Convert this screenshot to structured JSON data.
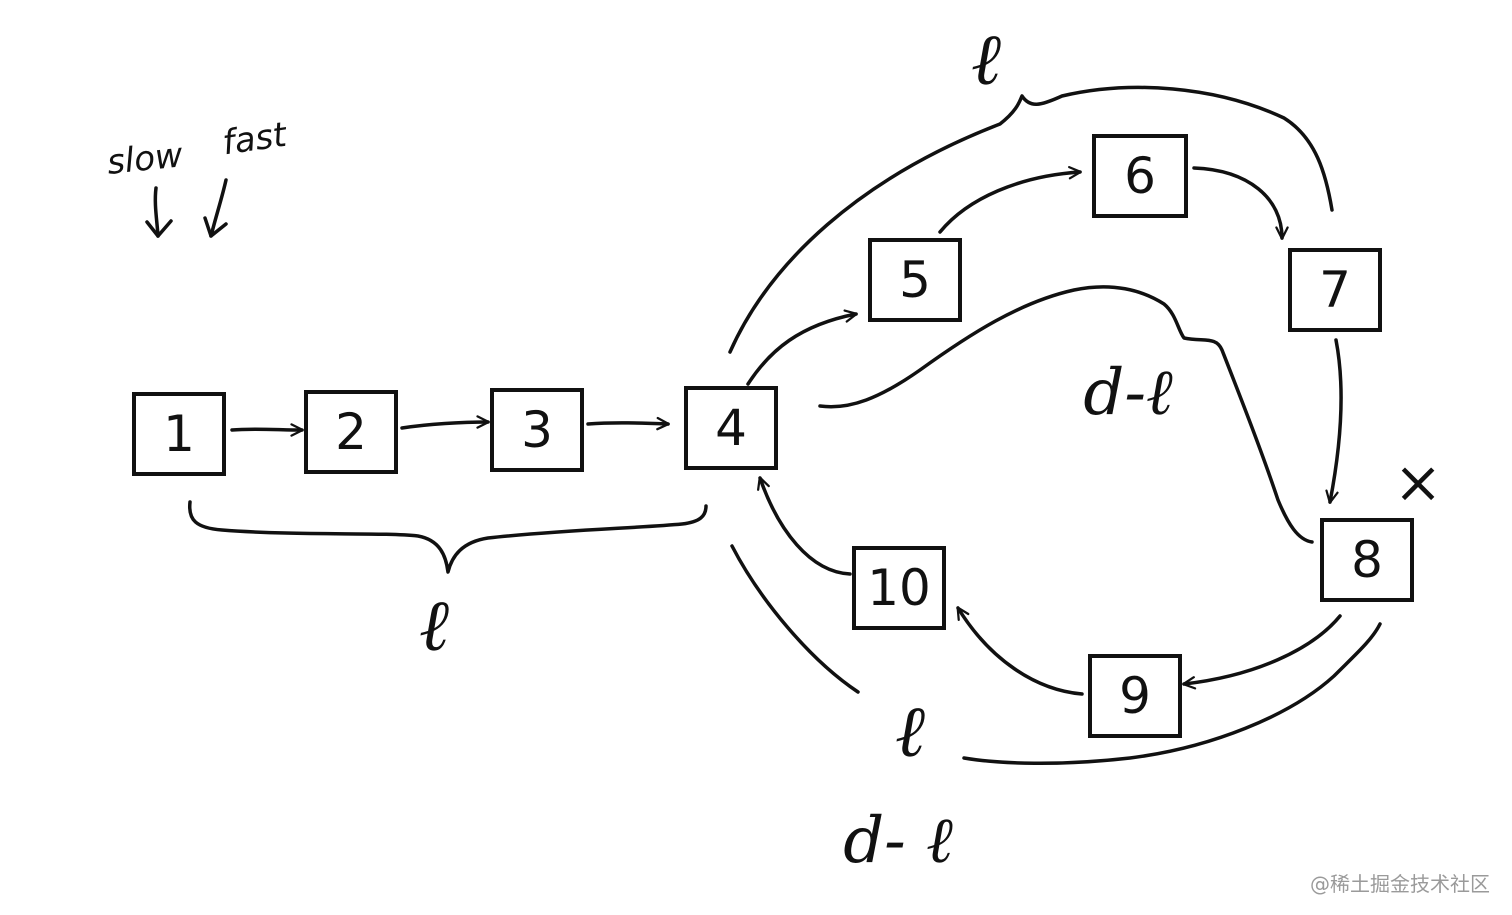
{
  "nodes": [
    {
      "id": "n1",
      "label": "1"
    },
    {
      "id": "n2",
      "label": "2"
    },
    {
      "id": "n3",
      "label": "3"
    },
    {
      "id": "n4",
      "label": "4"
    },
    {
      "id": "n5",
      "label": "5"
    },
    {
      "id": "n6",
      "label": "6"
    },
    {
      "id": "n7",
      "label": "7"
    },
    {
      "id": "n8",
      "label": "8"
    },
    {
      "id": "n9",
      "label": "9"
    },
    {
      "id": "n10",
      "label": "10"
    }
  ],
  "edges": [
    {
      "from": "1",
      "to": "2"
    },
    {
      "from": "2",
      "to": "3"
    },
    {
      "from": "3",
      "to": "4"
    },
    {
      "from": "4",
      "to": "5"
    },
    {
      "from": "5",
      "to": "6"
    },
    {
      "from": "6",
      "to": "7"
    },
    {
      "from": "7",
      "to": "8"
    },
    {
      "from": "8",
      "to": "9"
    },
    {
      "from": "9",
      "to": "10"
    },
    {
      "from": "10",
      "to": "4"
    }
  ],
  "pointers": {
    "slow": "slow",
    "fast": "fast"
  },
  "annotations": {
    "tail_length": "ℓ",
    "loop_top_length": "ℓ",
    "inner_remaining": "d-ℓ",
    "meet_mark": "×",
    "loop_bottom_length": "ℓ",
    "outer_remaining": "d- ℓ"
  },
  "watermark": "@稀土掘金技术社区"
}
